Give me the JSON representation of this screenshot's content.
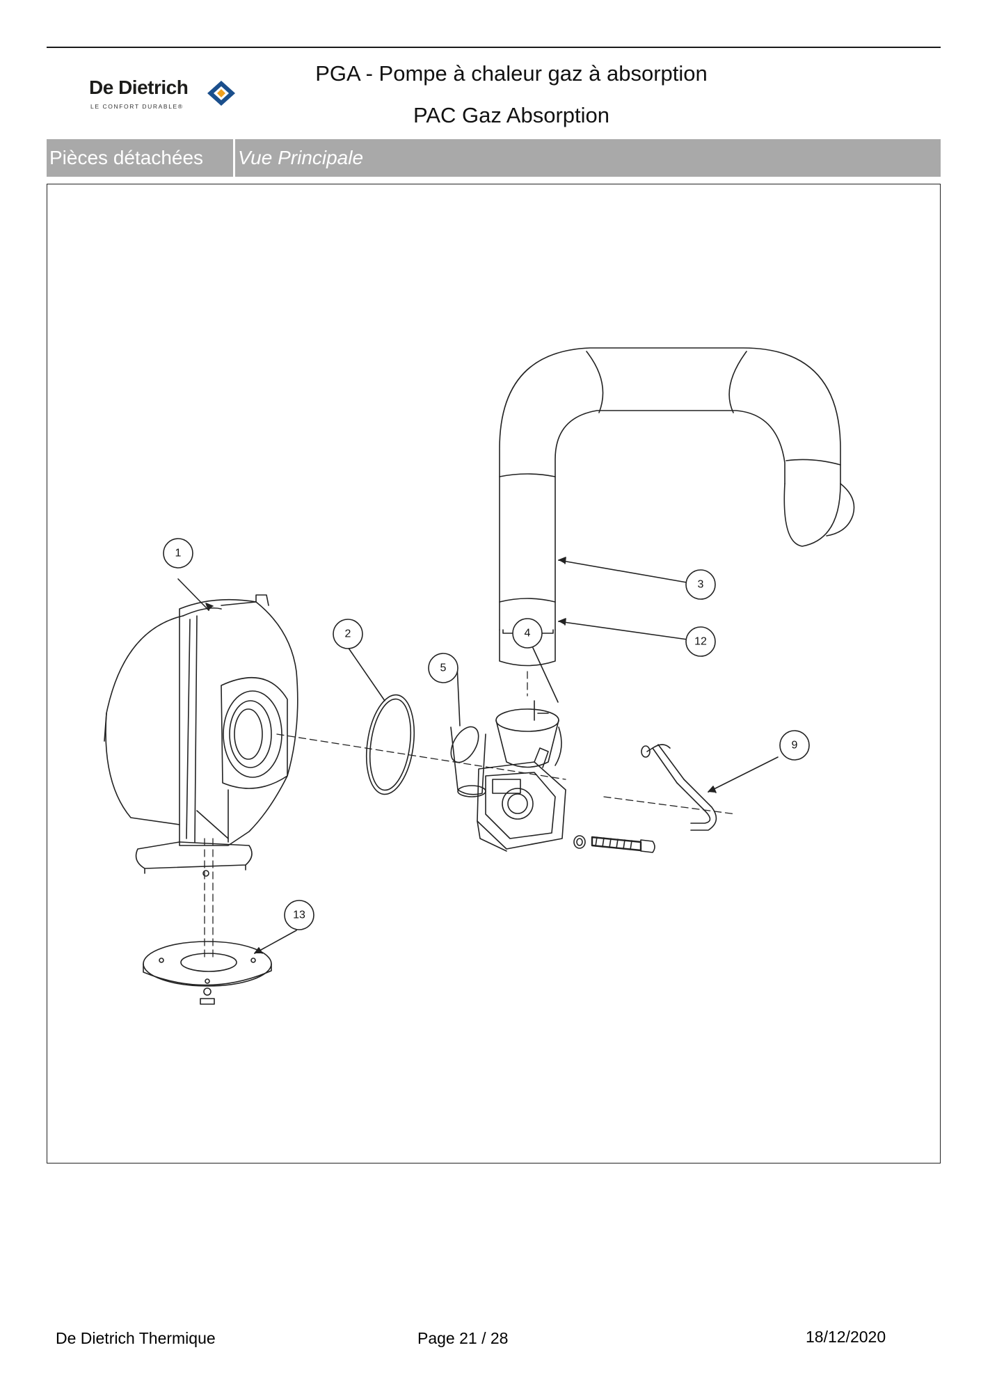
{
  "brand": {
    "name": "De Dietrich",
    "tagline": "LE CONFORT DURABLE®",
    "colors": {
      "diamond_blue": "#1b4f8c",
      "diamond_orange": "#f0a01e"
    }
  },
  "header": {
    "title": "PGA - Pompe à chaleur gaz à absorption",
    "subtitle": "PAC Gaz Absorption"
  },
  "section_bar": {
    "category": "Pièces détachées",
    "view": "Vue Principale",
    "color": "#a9a9a9"
  },
  "diagram": {
    "callouts": [
      "1",
      "2",
      "3",
      "4",
      "5",
      "9",
      "12",
      "13"
    ]
  },
  "footer": {
    "company": "De Dietrich Thermique",
    "page_label": "Page 21  /  28",
    "date": "18/12/2020"
  }
}
